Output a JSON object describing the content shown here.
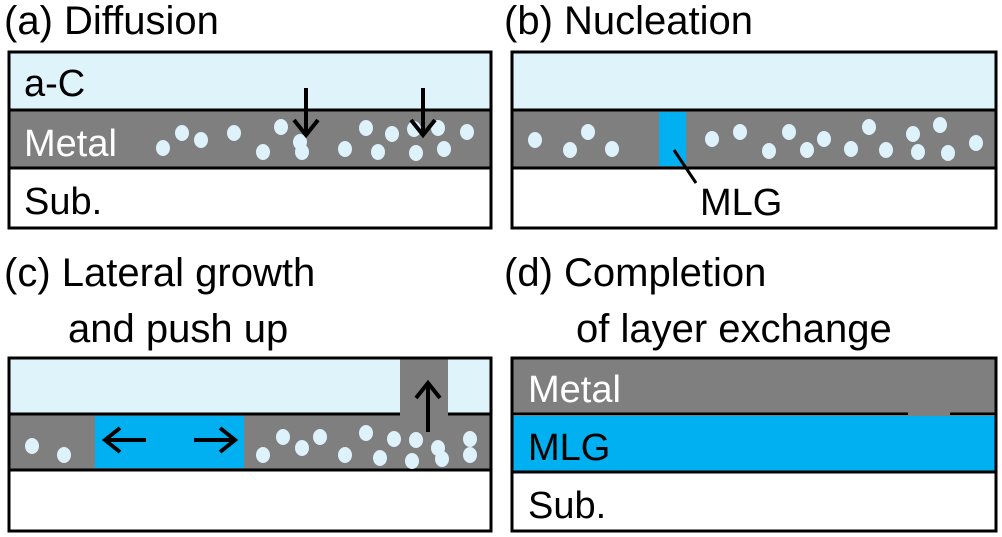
{
  "colors": {
    "ac": "#dff3fb",
    "metal": "#7f7f7f",
    "mlg": "#00b0f0",
    "sub": "#ffffff",
    "dot": "#ddf2fb",
    "line": "#000000"
  },
  "panels": {
    "a": {
      "title": "(a) Diffusion",
      "ac_label": "a-C",
      "metal_label": "Metal",
      "sub_label": "Sub."
    },
    "b": {
      "title": "(b) Nucleation",
      "mlg_callout": "MLG"
    },
    "c": {
      "title_line1": "(c) Lateral growth",
      "title_line2": "and push up"
    },
    "d": {
      "title_line1": "(d) Completion",
      "title_line2": "of layer exchange",
      "metal_label": "Metal",
      "mlg_label": "MLG",
      "sub_label": "Sub."
    }
  }
}
